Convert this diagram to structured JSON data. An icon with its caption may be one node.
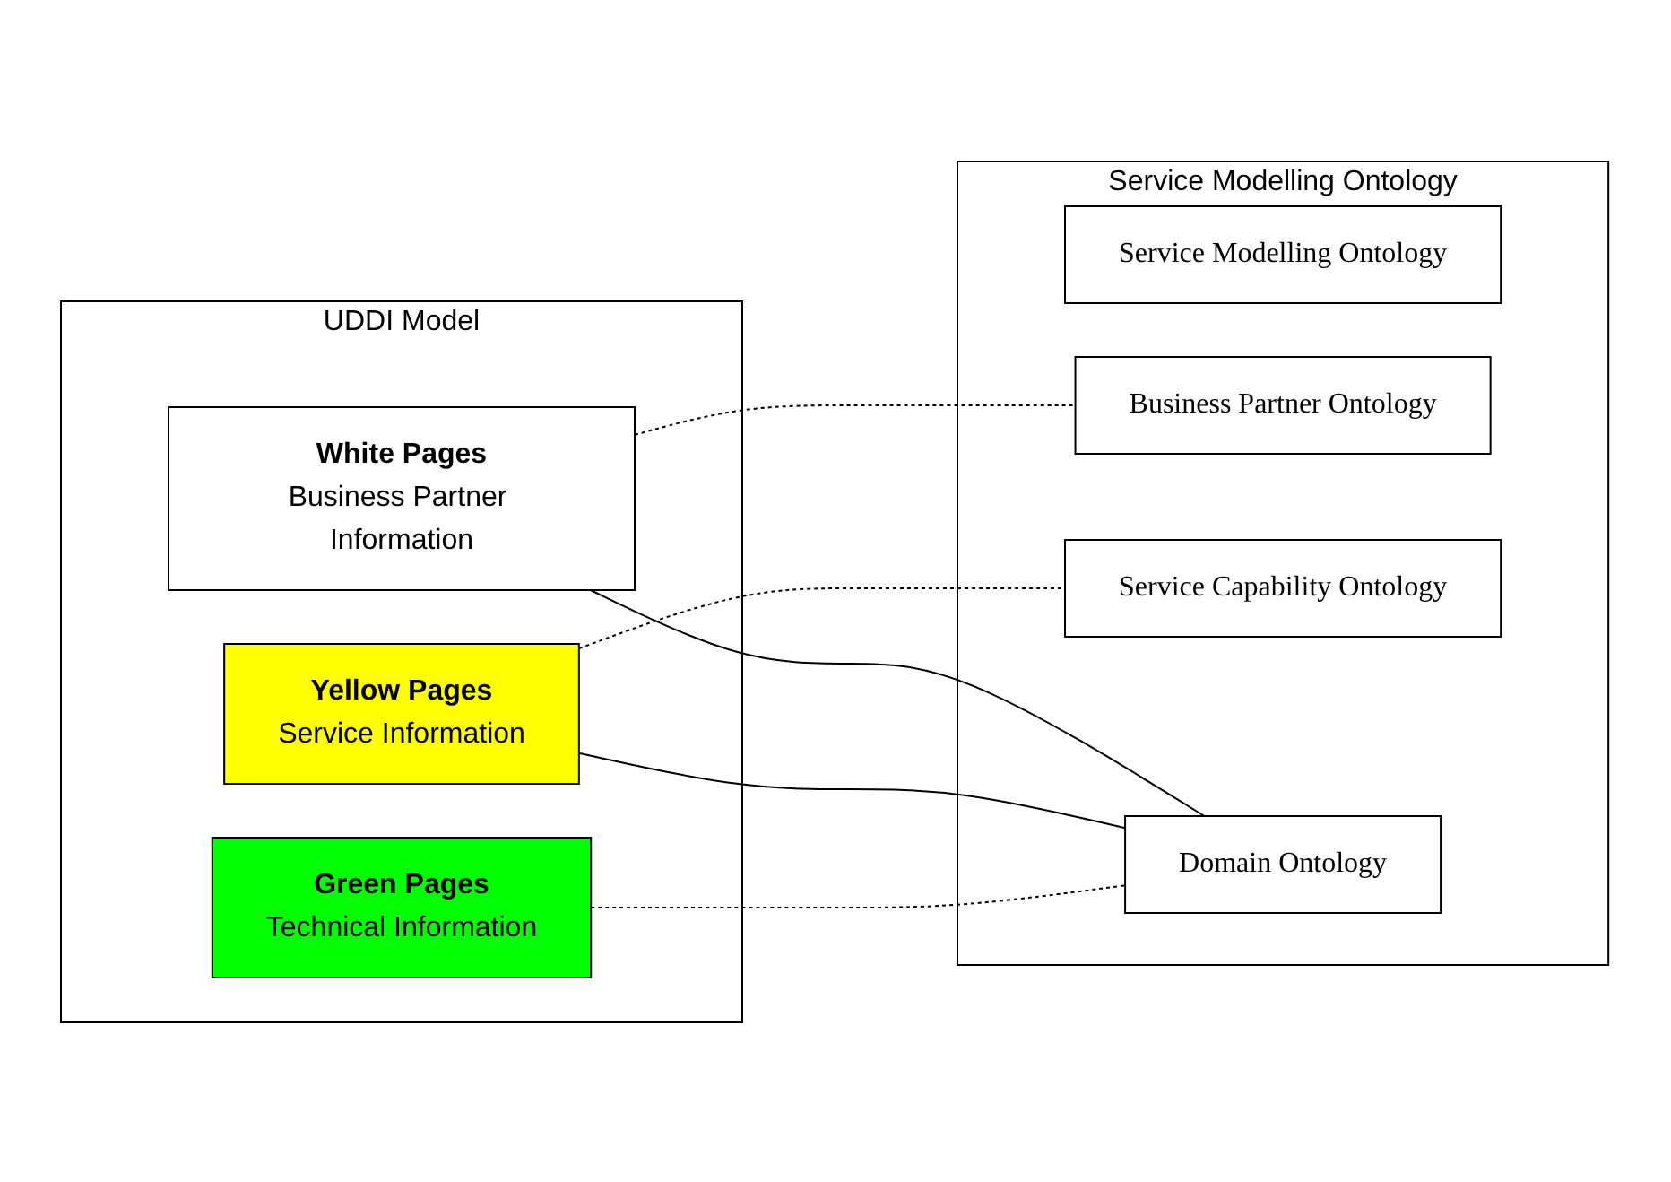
{
  "diagram": {
    "nodes": [
      {
        "text": [
          "UDDI Model"
        ]
      },
      {
        "text": [
          "White Pages",
          "Business Partner Information"
        ],
        "in": 0
      },
      {
        "text": [
          "Yellow Pages",
          "Service Information"
        ],
        "in": 0
      },
      {
        "text": [
          "Green Pages",
          "Technical Information"
        ],
        "in": 0
      },
      {
        "text": [
          "Service Modelling Ontology"
        ]
      },
      {
        "text": [
          "Service Modelling Ontology"
        ],
        "in": 4
      },
      {
        "text": [
          "Business Partner Ontology"
        ],
        "in": 4
      },
      {
        "text": [
          "Service Capability Ontology"
        ],
        "in": 4
      },
      {
        "text": [
          "Domain Ontology"
        ],
        "in": 4
      }
    ],
    "edges": [
      {
        "from": 1,
        "to": 6,
        "arrow": "none",
        "style": "dashed"
      },
      {
        "from": 1,
        "to": 8,
        "arrow": "none"
      },
      {
        "from": 2,
        "to": 7,
        "arrow": "none",
        "style": "dashed"
      },
      {
        "from": 2,
        "to": 8,
        "arrow": "none"
      },
      {
        "from": 3,
        "to": 8,
        "arrow": "none",
        "style": "dashed"
      }
    ]
  }
}
